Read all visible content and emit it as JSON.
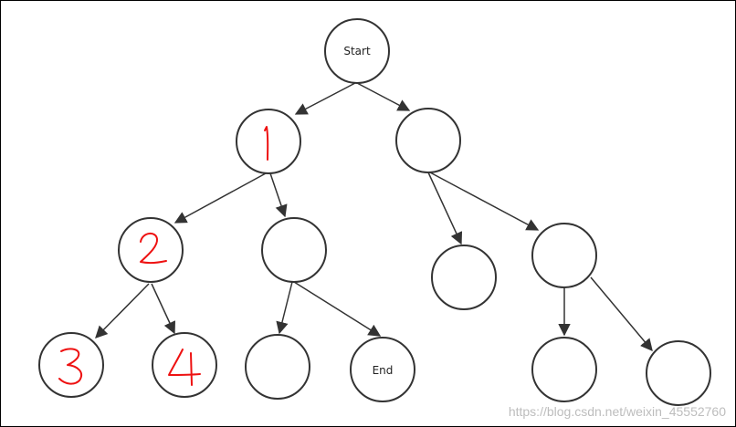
{
  "diagram": {
    "start_label": "Start",
    "end_label": "End",
    "handwritten_labels": [
      "1",
      "2",
      "3",
      "4"
    ],
    "colors": {
      "node_stroke": "#333333",
      "edge": "#333333",
      "handwriting": "#ee1111",
      "watermark": "#bdbdbd"
    }
  },
  "watermark": "https://blog.csdn.net/weixin_45552760"
}
